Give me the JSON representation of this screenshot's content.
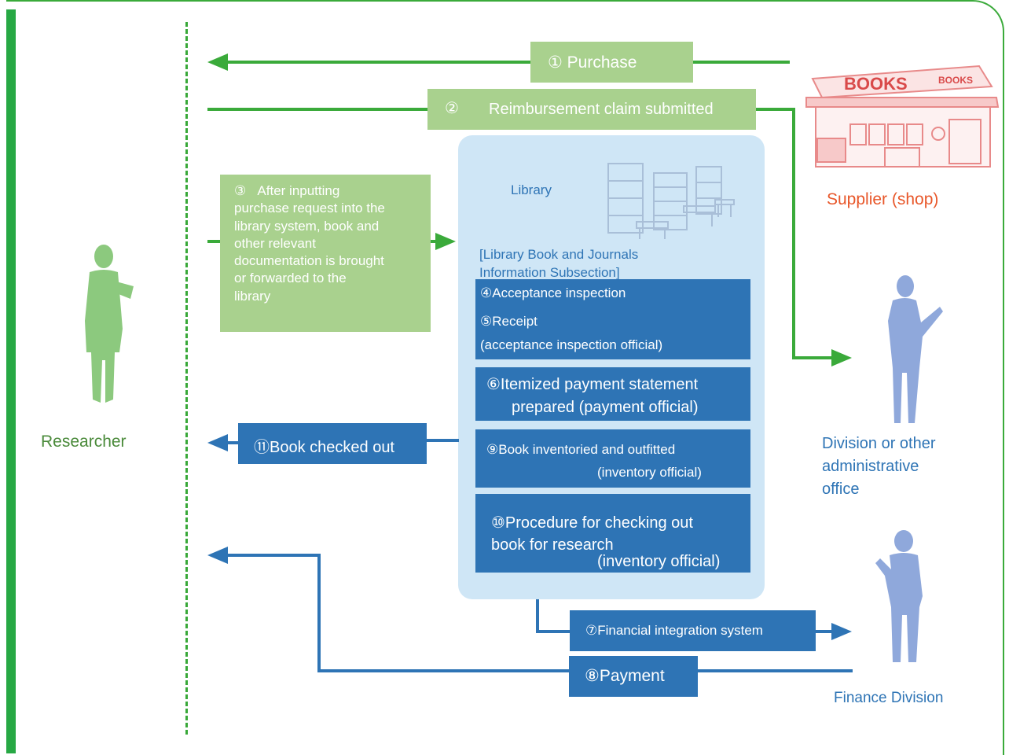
{
  "researcher": {
    "label": "Researcher"
  },
  "supplier": {
    "label": "Supplier (shop)",
    "sign": "BOOKS",
    "sign_small": "BOOKS"
  },
  "division": {
    "line1": "Division or other",
    "line2": "administrative",
    "line3": "office"
  },
  "finance": {
    "label": "Finance Division"
  },
  "library": {
    "label": "Library",
    "section_line1": "[Library Book and Journals",
    "section_line2": "Information Subsection]"
  },
  "steps": {
    "s1": "① Purchase",
    "s2_num": "②",
    "s2_text": "Reimbursement claim submitted",
    "s3_num": "③",
    "s3_lines": [
      "After inputting",
      "purchase request into the",
      "library system, book and",
      "other relevant",
      "documentation is brought",
      "or forwarded to the",
      "library"
    ],
    "s4": "④Acceptance inspection",
    "s5": "⑤Receipt",
    "s5_note": "(acceptance inspection official)",
    "s6_line1": "⑥Itemized payment statement",
    "s6_line2": "prepared  (payment official)",
    "s9_line1": "⑨Book inventoried and outfitted",
    "s9_line2": "(inventory official)",
    "s10_line1": "⑩Procedure for checking out",
    "s10_line2": "book for research",
    "s10_line3": "(inventory official)",
    "s7": "⑦Financial integration system",
    "s8": "⑧Payment",
    "s11": "⑪Book checked out"
  },
  "colors": {
    "green": "#3aaa3a",
    "green_box": "#a9d18e",
    "blue": "#2e74b5",
    "library_bg": "#cfe6f6",
    "figure": "#8fa8db",
    "researcher_fig": "#8cc97e",
    "supplier_text": "#e8572a"
  }
}
